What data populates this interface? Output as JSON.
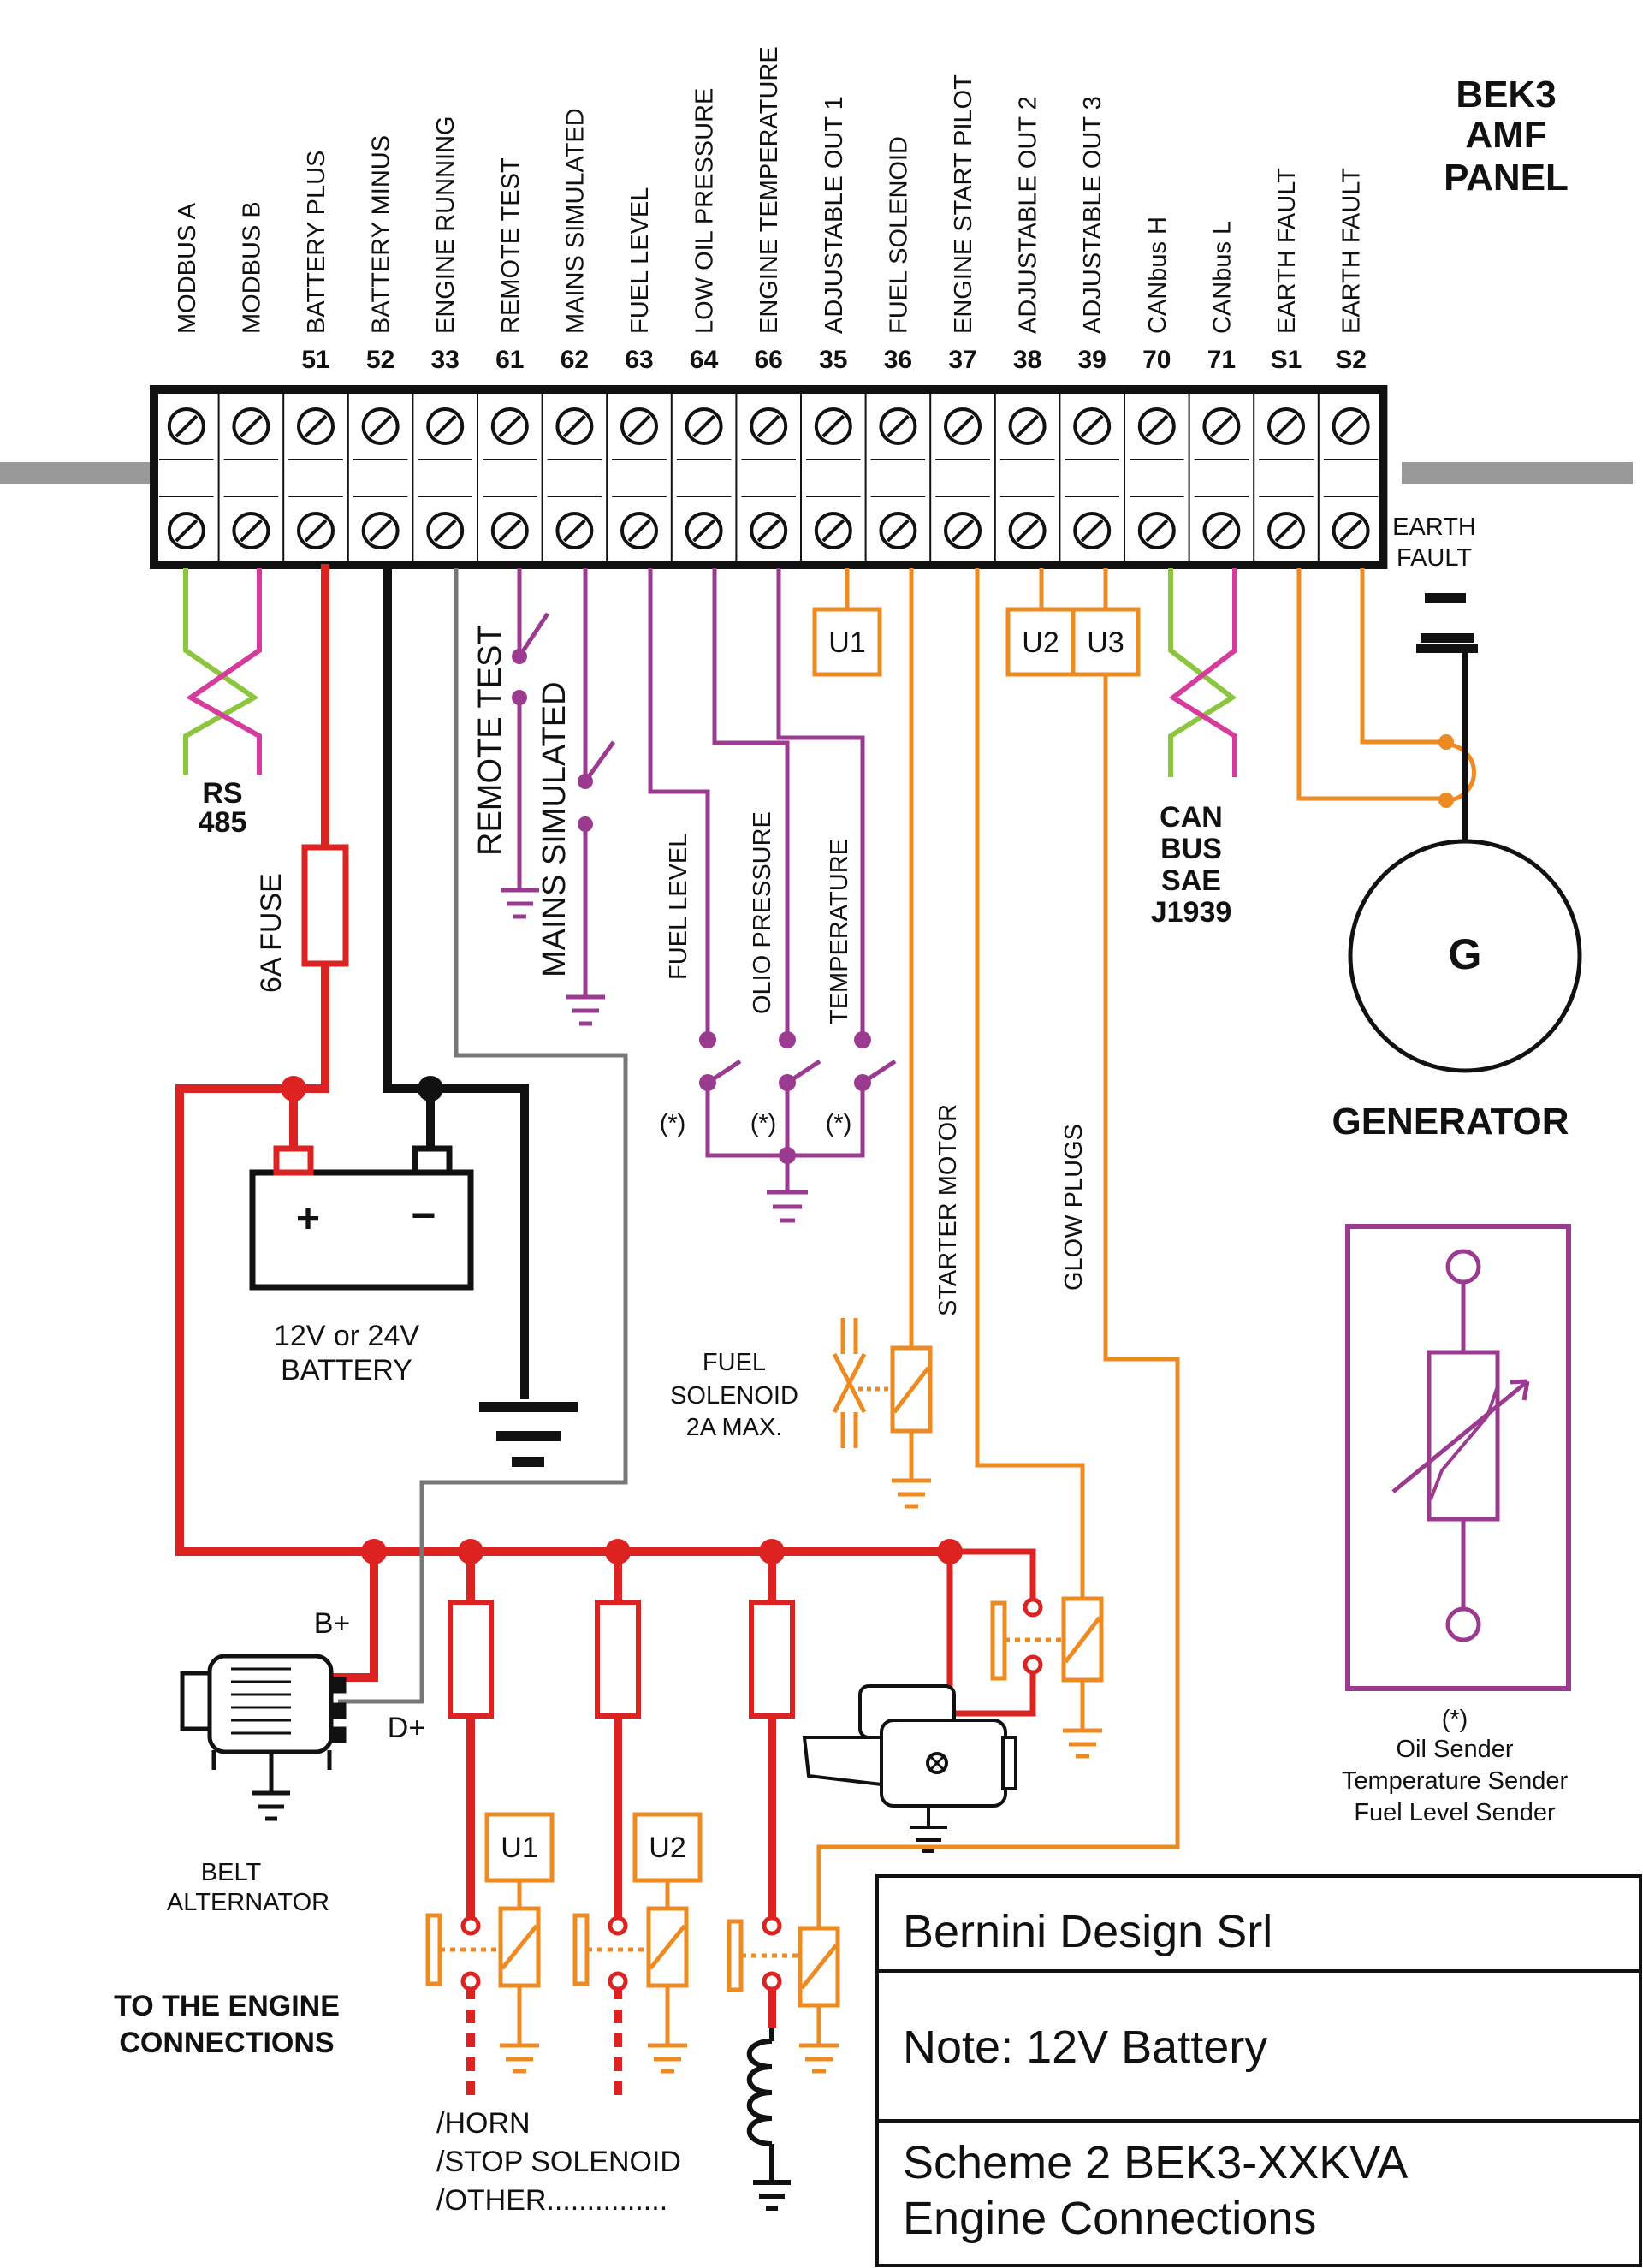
{
  "panel_title": [
    "BEK3",
    "AMF",
    "PANEL"
  ],
  "terminals": [
    {
      "name": "MODBUS A",
      "num": ""
    },
    {
      "name": "MODBUS B",
      "num": ""
    },
    {
      "name": "BATTERY PLUS",
      "num": "51"
    },
    {
      "name": "BATTERY MINUS",
      "num": "52"
    },
    {
      "name": "ENGINE RUNNING",
      "num": "33"
    },
    {
      "name": "REMOTE TEST",
      "num": "61"
    },
    {
      "name": "MAINS SIMULATED",
      "num": "62"
    },
    {
      "name": "FUEL LEVEL",
      "num": "63"
    },
    {
      "name": "LOW OIL PRESSURE",
      "num": "64"
    },
    {
      "name": "ENGINE TEMPERATURE",
      "num": "66"
    },
    {
      "name": "ADJUSTABLE OUT 1",
      "num": "35"
    },
    {
      "name": "FUEL SOLENOID",
      "num": "36"
    },
    {
      "name": "ENGINE START PILOT",
      "num": "37"
    },
    {
      "name": "ADJUSTABLE OUT 2",
      "num": "38"
    },
    {
      "name": "ADJUSTABLE OUT 3",
      "num": "39"
    },
    {
      "name": "CANbus H",
      "num": "70"
    },
    {
      "name": "CANbus L",
      "num": "71"
    },
    {
      "name": "EARTH FAULT",
      "num": "S1"
    },
    {
      "name": "EARTH FAULT",
      "num": "S2"
    }
  ],
  "labels": {
    "earth_fault": [
      "EARTH",
      "FAULT"
    ],
    "rs485": [
      "RS",
      "485"
    ],
    "fuse_6a": "6A FUSE",
    "remote_test": "REMOTE TEST",
    "mains_simulated": "MAINS SIMULATED",
    "fuel_level": "FUEL LEVEL",
    "olio_pressure": "OLIO PRESSURE",
    "temperature": "TEMPERATURE",
    "asterisk": "(*)",
    "u1": "U1",
    "u2": "U2",
    "u3": "U3",
    "can_bus": [
      "CAN",
      "BUS",
      "SAE",
      "J1939"
    ],
    "generator_symbol": "G",
    "generator": "GENERATOR",
    "starter_motor": "STARTER MOTOR",
    "glow_plugs": "GLOW PLUGS",
    "battery_plus": "+",
    "battery_minus": "−",
    "battery": [
      "12V or 24V",
      "BATTERY"
    ],
    "fuel_solenoid": [
      "FUEL",
      "SOLENOID",
      "2A MAX."
    ],
    "b_plus": "B+",
    "d_plus": "D+",
    "belt_alternator": [
      "BELT",
      "ALTERNATOR"
    ],
    "engine_connections": [
      "TO THE ENGINE",
      "CONNECTIONS"
    ],
    "outputs": [
      "/HORN",
      "/STOP SOLENOID",
      "/OTHER..............."
    ],
    "sender_notes": [
      "(*)",
      "Oil Sender",
      "Temperature Sender",
      "Fuel Level Sender"
    ]
  },
  "title_block": {
    "company": "Bernini Design Srl",
    "note": "Note: 12V Battery",
    "scheme": [
      "Scheme 2  BEK3-XXKVA",
      "Engine Connections"
    ]
  },
  "colors": {
    "power": "#dd2222",
    "ground": "#111111",
    "signal_grey": "#777777",
    "inputs": "#9b3b8f",
    "outputs": "#ee8a22",
    "bus_green": "#8cc63f",
    "bus_magenta": "#d63c9b"
  }
}
